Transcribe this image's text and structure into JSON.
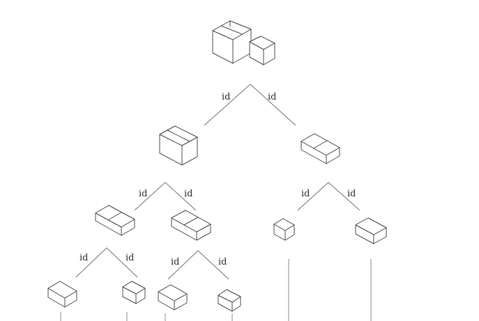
{
  "edge_label": "id",
  "nodes": [
    {
      "id": "root",
      "kind": "two-compartment-tall-with-small-box"
    },
    {
      "id": "l1-left",
      "kind": "two-compartment-tall"
    },
    {
      "id": "l1-right",
      "kind": "two-compartment-flat"
    },
    {
      "id": "l2-a",
      "kind": "two-compartment-flat"
    },
    {
      "id": "l2-b",
      "kind": "two-compartment-flat"
    },
    {
      "id": "l2-c",
      "kind": "single-compartment-small"
    },
    {
      "id": "l2-d",
      "kind": "single-compartment"
    },
    {
      "id": "l3-a",
      "kind": "single-compartment"
    },
    {
      "id": "l3-b",
      "kind": "single-compartment-small"
    },
    {
      "id": "l3-c",
      "kind": "single-compartment"
    },
    {
      "id": "l3-d",
      "kind": "single-compartment-small"
    }
  ]
}
